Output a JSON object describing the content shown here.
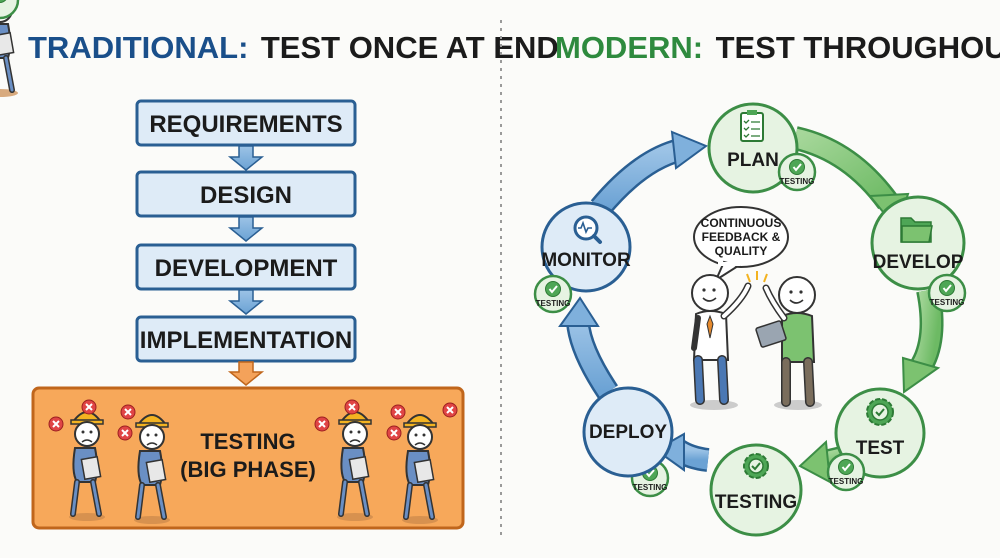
{
  "left": {
    "title_accent": "TRADITIONAL:",
    "title_rest": "TEST ONCE AT END",
    "steps": [
      "REQUIREMENTS",
      "DESIGN",
      "DEVELOPMENT",
      "IMPLEMENTATION"
    ],
    "testing_line1": "TESTING",
    "testing_line2": "(BIG PHASE)"
  },
  "right": {
    "title_accent": "MODERN:",
    "title_rest": "TEST THROUGHOUT",
    "nodes": {
      "plan": "PLAN",
      "develop": "DEVELOP",
      "test": "TEST",
      "testing": "TESTING",
      "deploy": "DEPLOY",
      "monitor": "MONITOR"
    },
    "badge_label": "TESTING",
    "bubble_line1": "CONTINUOUS",
    "bubble_line2": "FEEDBACK &",
    "bubble_line3": "QUALITY"
  },
  "colors": {
    "blue_title": "#1a4f8a",
    "green_title": "#2e8a3e",
    "box_fill": "#deebf7",
    "box_stroke": "#2a5f93",
    "testing_fill": "#f7a85a",
    "testing_stroke": "#c0661c",
    "green_fill": "#e6f3e2",
    "green_stroke": "#3c8e46"
  }
}
